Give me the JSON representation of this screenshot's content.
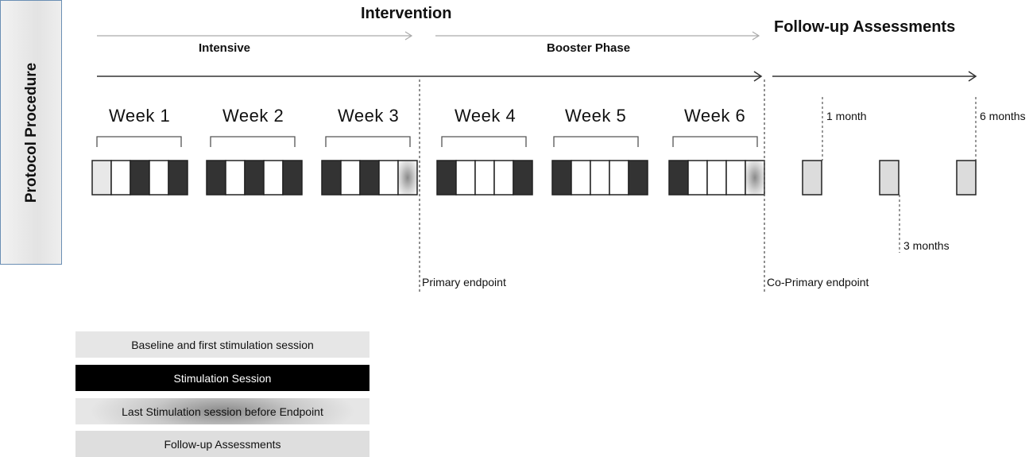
{
  "side_label": "Protocol Procedure",
  "phases": {
    "intervention": "Intervention",
    "follow_up": "Follow-up Assessments",
    "intensive": "Intensive",
    "booster": "Booster Phase"
  },
  "weeks": [
    "Week 1",
    "Week 2",
    "Week 3",
    "Week 4",
    "Week 5",
    "Week 6"
  ],
  "week_sessions": [
    [
      "baseline",
      "rest",
      "stim",
      "rest",
      "stim"
    ],
    [
      "stim",
      "rest",
      "stim",
      "rest",
      "stim"
    ],
    [
      "stim",
      "rest",
      "stim",
      "rest",
      "last"
    ],
    [
      "stim",
      "rest",
      "rest",
      "rest",
      "stim"
    ],
    [
      "stim",
      "rest",
      "rest",
      "rest",
      "stim"
    ],
    [
      "stim",
      "rest",
      "rest",
      "rest",
      "last"
    ]
  ],
  "follow_up_marks": {
    "one_month": "1 month",
    "three_months": "3 months",
    "six_months": "6 months"
  },
  "endpoints": {
    "primary": "Primary endpoint",
    "co_primary": "Co-Primary endpoint"
  },
  "legend": {
    "baseline": "Baseline and first stimulation session",
    "stimulation": "Stimulation Session",
    "last": "Last Stimulation session before Endpoint",
    "follow_up": "Follow-up Assessments"
  },
  "colors": {
    "stim": "#333333",
    "rest": "#ffffff",
    "baseline": "#e8e8e8",
    "follow_up": "#dcdcdc"
  }
}
